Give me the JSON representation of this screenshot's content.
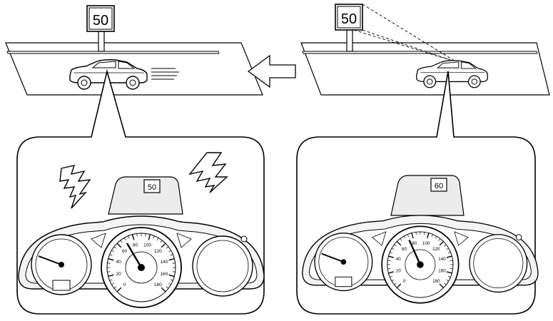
{
  "left_scene": {
    "road_sign_value": "50",
    "hud_value": "50",
    "warning": true
  },
  "right_scene": {
    "road_sign_value": "50",
    "hud_value": "60",
    "warning": false
  },
  "arrow_direction": "left",
  "speedometer_ticks": [
    "0",
    "20",
    "40",
    "60",
    "80",
    "100",
    "120",
    "140",
    "160",
    "180"
  ],
  "colors": {
    "line": "#000000",
    "background": "#ffffff",
    "hud_fill": "#ececec"
  }
}
